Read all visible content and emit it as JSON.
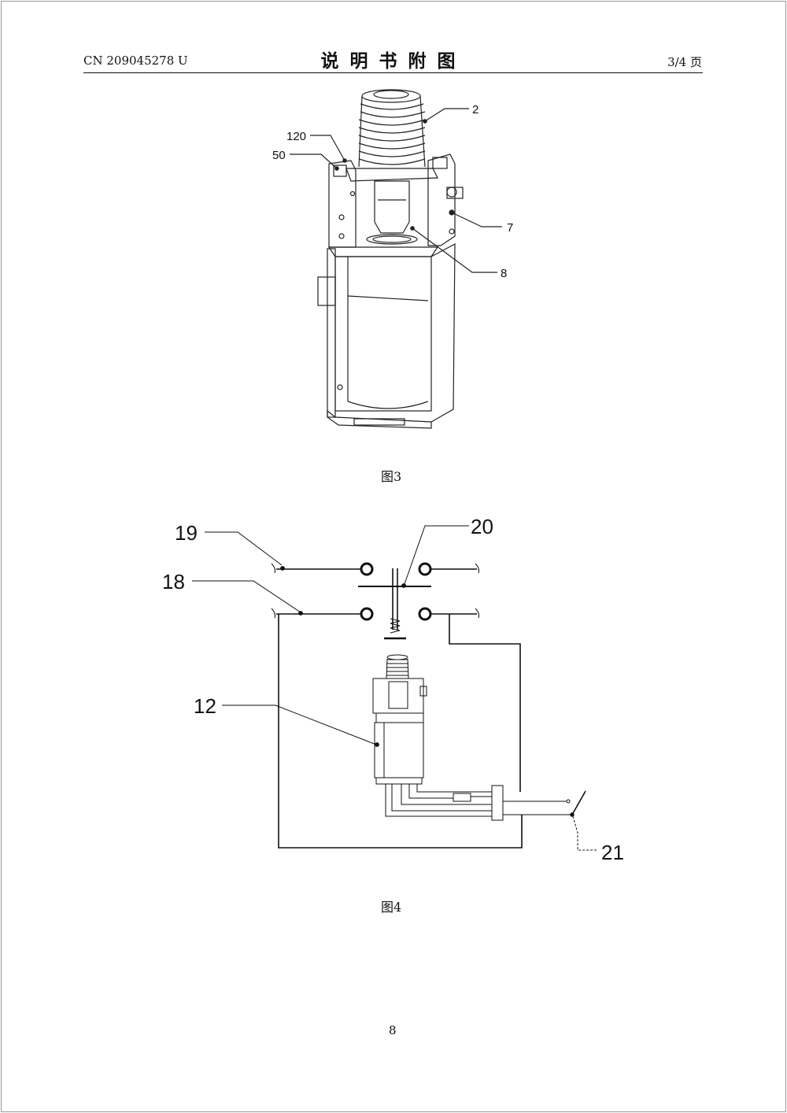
{
  "header": {
    "publication_number": "CN 209045278 U",
    "title": "说明书附图",
    "page_count": "3/4 页"
  },
  "figures": [
    {
      "caption": "图3",
      "labels": [
        "2",
        "120",
        "50",
        "7",
        "8"
      ]
    },
    {
      "caption": "图4",
      "labels": [
        "19",
        "20",
        "18",
        "12",
        "21"
      ]
    }
  ],
  "footer": {
    "page_number": "8"
  }
}
